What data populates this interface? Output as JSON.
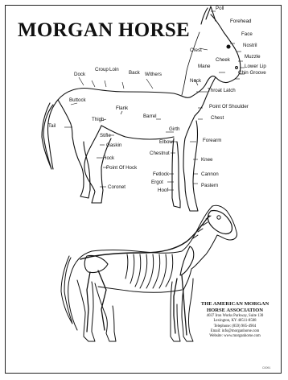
{
  "title": "MORGAN HORSE",
  "labels": {
    "poll": "Poll",
    "forehead": "Forehead",
    "crest": "Crest",
    "face": "Face",
    "nostril": "Nostril",
    "mane": "Mane",
    "muzzle": "Muzzle",
    "lower_lip": "Lower Lip",
    "chin_groove": "Chin Groove",
    "cheek": "Cheek",
    "dock": "Dock",
    "croup": "Croup",
    "loin": "Loin",
    "back": "Back",
    "withers": "Withers",
    "neck": "Neck",
    "throat_latch": "Throat Latch",
    "buttock": "Buttock",
    "flank": "Flank",
    "point_of_shoulder": "Point Of Shoulder",
    "tail": "Tail",
    "thigh": "Thigh",
    "barrel": "Barrel",
    "chest": "Chest",
    "stifle": "Stifle",
    "girth": "Girth",
    "gaskin": "Gaskin",
    "elbow": "Elbow",
    "forearm": "Forearm",
    "chestnut": "Chestnut",
    "hock": "Hock",
    "knee": "Knee",
    "point_of_hock": "Point Of Hock",
    "fetlock": "Fetlock",
    "cannon": "Cannon",
    "ergot": "Ergot",
    "pastern": "Pastern",
    "hoof": "Hoof",
    "coronet": "Coronet"
  },
  "association": {
    "name_line1": "THE AMERICAN MORGAN",
    "name_line2": "HORSE ASSOCIATION",
    "address": "4037 Iron Works Parkway, Suite 130",
    "city": "Lexington, KY 40511-8508",
    "telephone": "Telephone: (859) 985-4904",
    "email": "Email: info@morganhorse.com",
    "website": "Website: www.morganhorse.com"
  },
  "code": "C0091"
}
